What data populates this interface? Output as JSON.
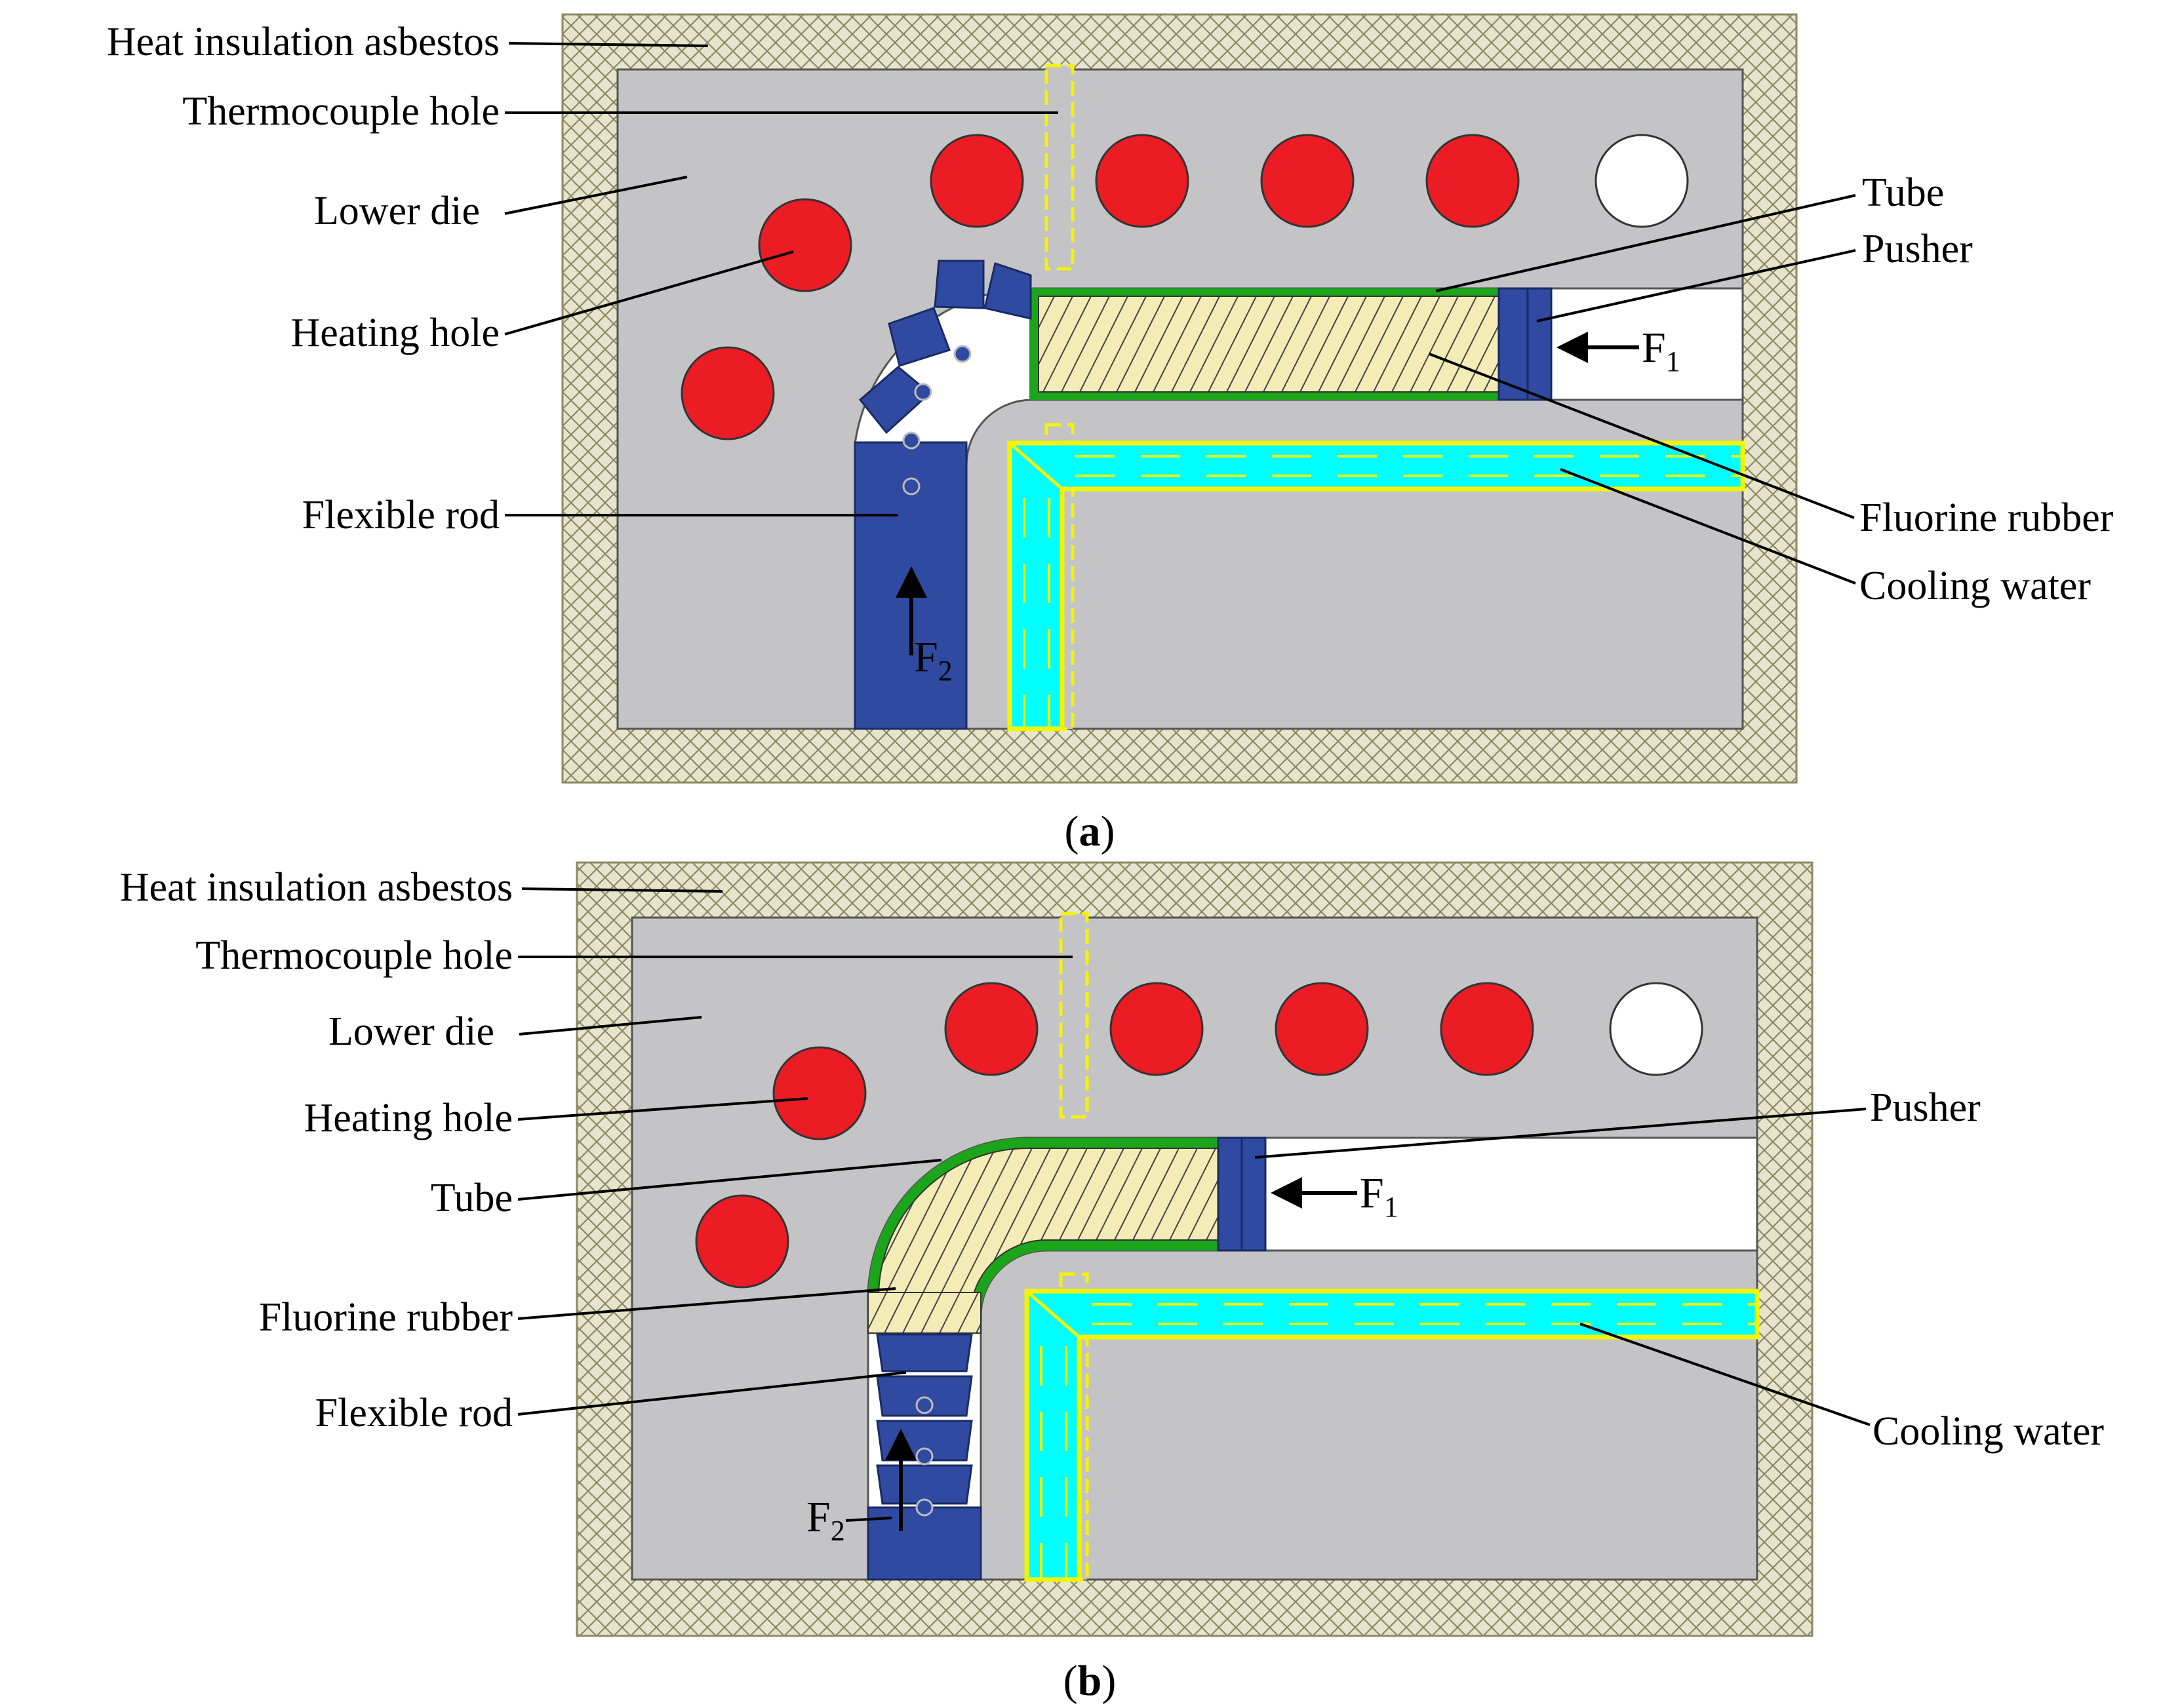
{
  "figure": {
    "panel_a": {
      "caption_letter": "a",
      "labels": {
        "heat_insulation": "Heat insulation asbestos",
        "thermocouple_hole": "Thermocouple hole",
        "lower_die": "Lower die",
        "heating_hole": "Heating hole",
        "flexible_rod": "Flexible rod",
        "tube": "Tube",
        "pusher": "Pusher",
        "fluorine_rubber": "Fluorine rubber",
        "cooling_water": "Cooling water"
      },
      "forces": {
        "f1": "F",
        "f1_sub": "1",
        "f2": "F",
        "f2_sub": "2"
      }
    },
    "panel_b": {
      "caption_letter": "b",
      "labels": {
        "heat_insulation": "Heat insulation asbestos",
        "thermocouple_hole": "Thermocouple hole",
        "lower_die": "Lower die",
        "heating_hole": "Heating hole",
        "tube": "Tube",
        "fluorine_rubber": "Fluorine rubber",
        "flexible_rod": "Flexible rod",
        "pusher": "Pusher",
        "cooling_water": "Cooling water"
      },
      "forces": {
        "f1": "F",
        "f1_sub": "1",
        "f2": "F",
        "f2_sub": "2"
      }
    }
  },
  "colors": {
    "die_gray": "#c4c4c6",
    "asbestos_bg": "#e6e4cc",
    "asbestos_hatch": "#8c8a64",
    "heating_hole": "#ec1c24",
    "pusher_blue": "#2f4aa0",
    "rubber_yellow": "#f3ecb6",
    "tube_green": "#1aa51a",
    "cooling_cyan": "#00ffff",
    "thermocouple_yellow": "#f4f400"
  }
}
